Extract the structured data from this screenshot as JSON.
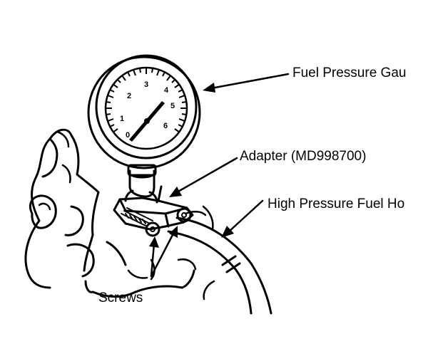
{
  "labels": {
    "gauge": "Fuel Pressure Gau",
    "adapter": "Adapter (MD998700)",
    "hose": "High Pressure Fuel Ho",
    "screws": "Screws"
  },
  "gauge_dial": {
    "numbers": [
      "1",
      "2",
      "3",
      "4",
      "5",
      "6",
      "0"
    ]
  }
}
